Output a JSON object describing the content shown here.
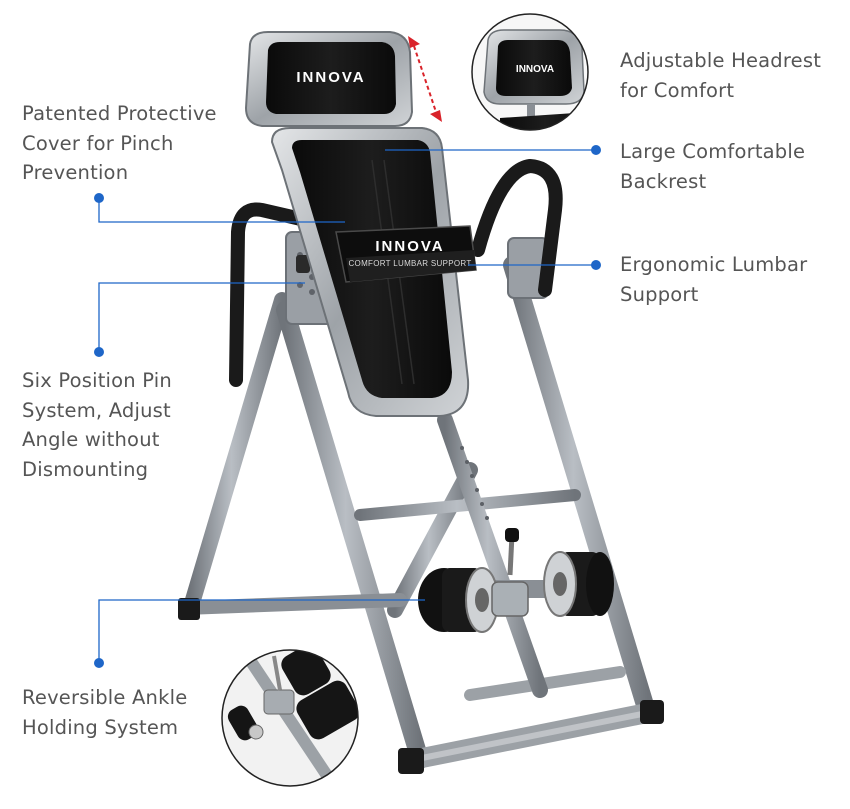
{
  "brand": {
    "logo_text": "INNOVA",
    "lumbar_text": "COMFORT LUMBAR SUPPORT"
  },
  "colors": {
    "callout": "#1e66c8",
    "label_text": "#555555",
    "frame": "#8e9399",
    "pad": "#111111",
    "accent_arrow": "#d9232a"
  },
  "callouts": {
    "headrest": {
      "lines": [
        "Adjustable Headrest",
        "for Comfort"
      ]
    },
    "backrest": {
      "lines": [
        "Large Comfortable",
        "Backrest"
      ]
    },
    "lumbar": {
      "lines": [
        "Ergonomic Lumbar",
        "Support"
      ]
    },
    "cover": {
      "lines": [
        "Patented Protective",
        "Cover for Pinch",
        "Prevention"
      ]
    },
    "pin": {
      "lines": [
        "Six Position Pin",
        "System, Adjust",
        "Angle without",
        "Dismounting"
      ]
    },
    "ankle": {
      "lines": [
        "Reversible Ankle",
        "Holding System"
      ]
    }
  },
  "icons": {
    "headrest_inset": "headrest-closeup-icon",
    "ankle_inset": "ankle-closeup-icon",
    "adjust_arrow": "up-down-arrow-icon"
  }
}
